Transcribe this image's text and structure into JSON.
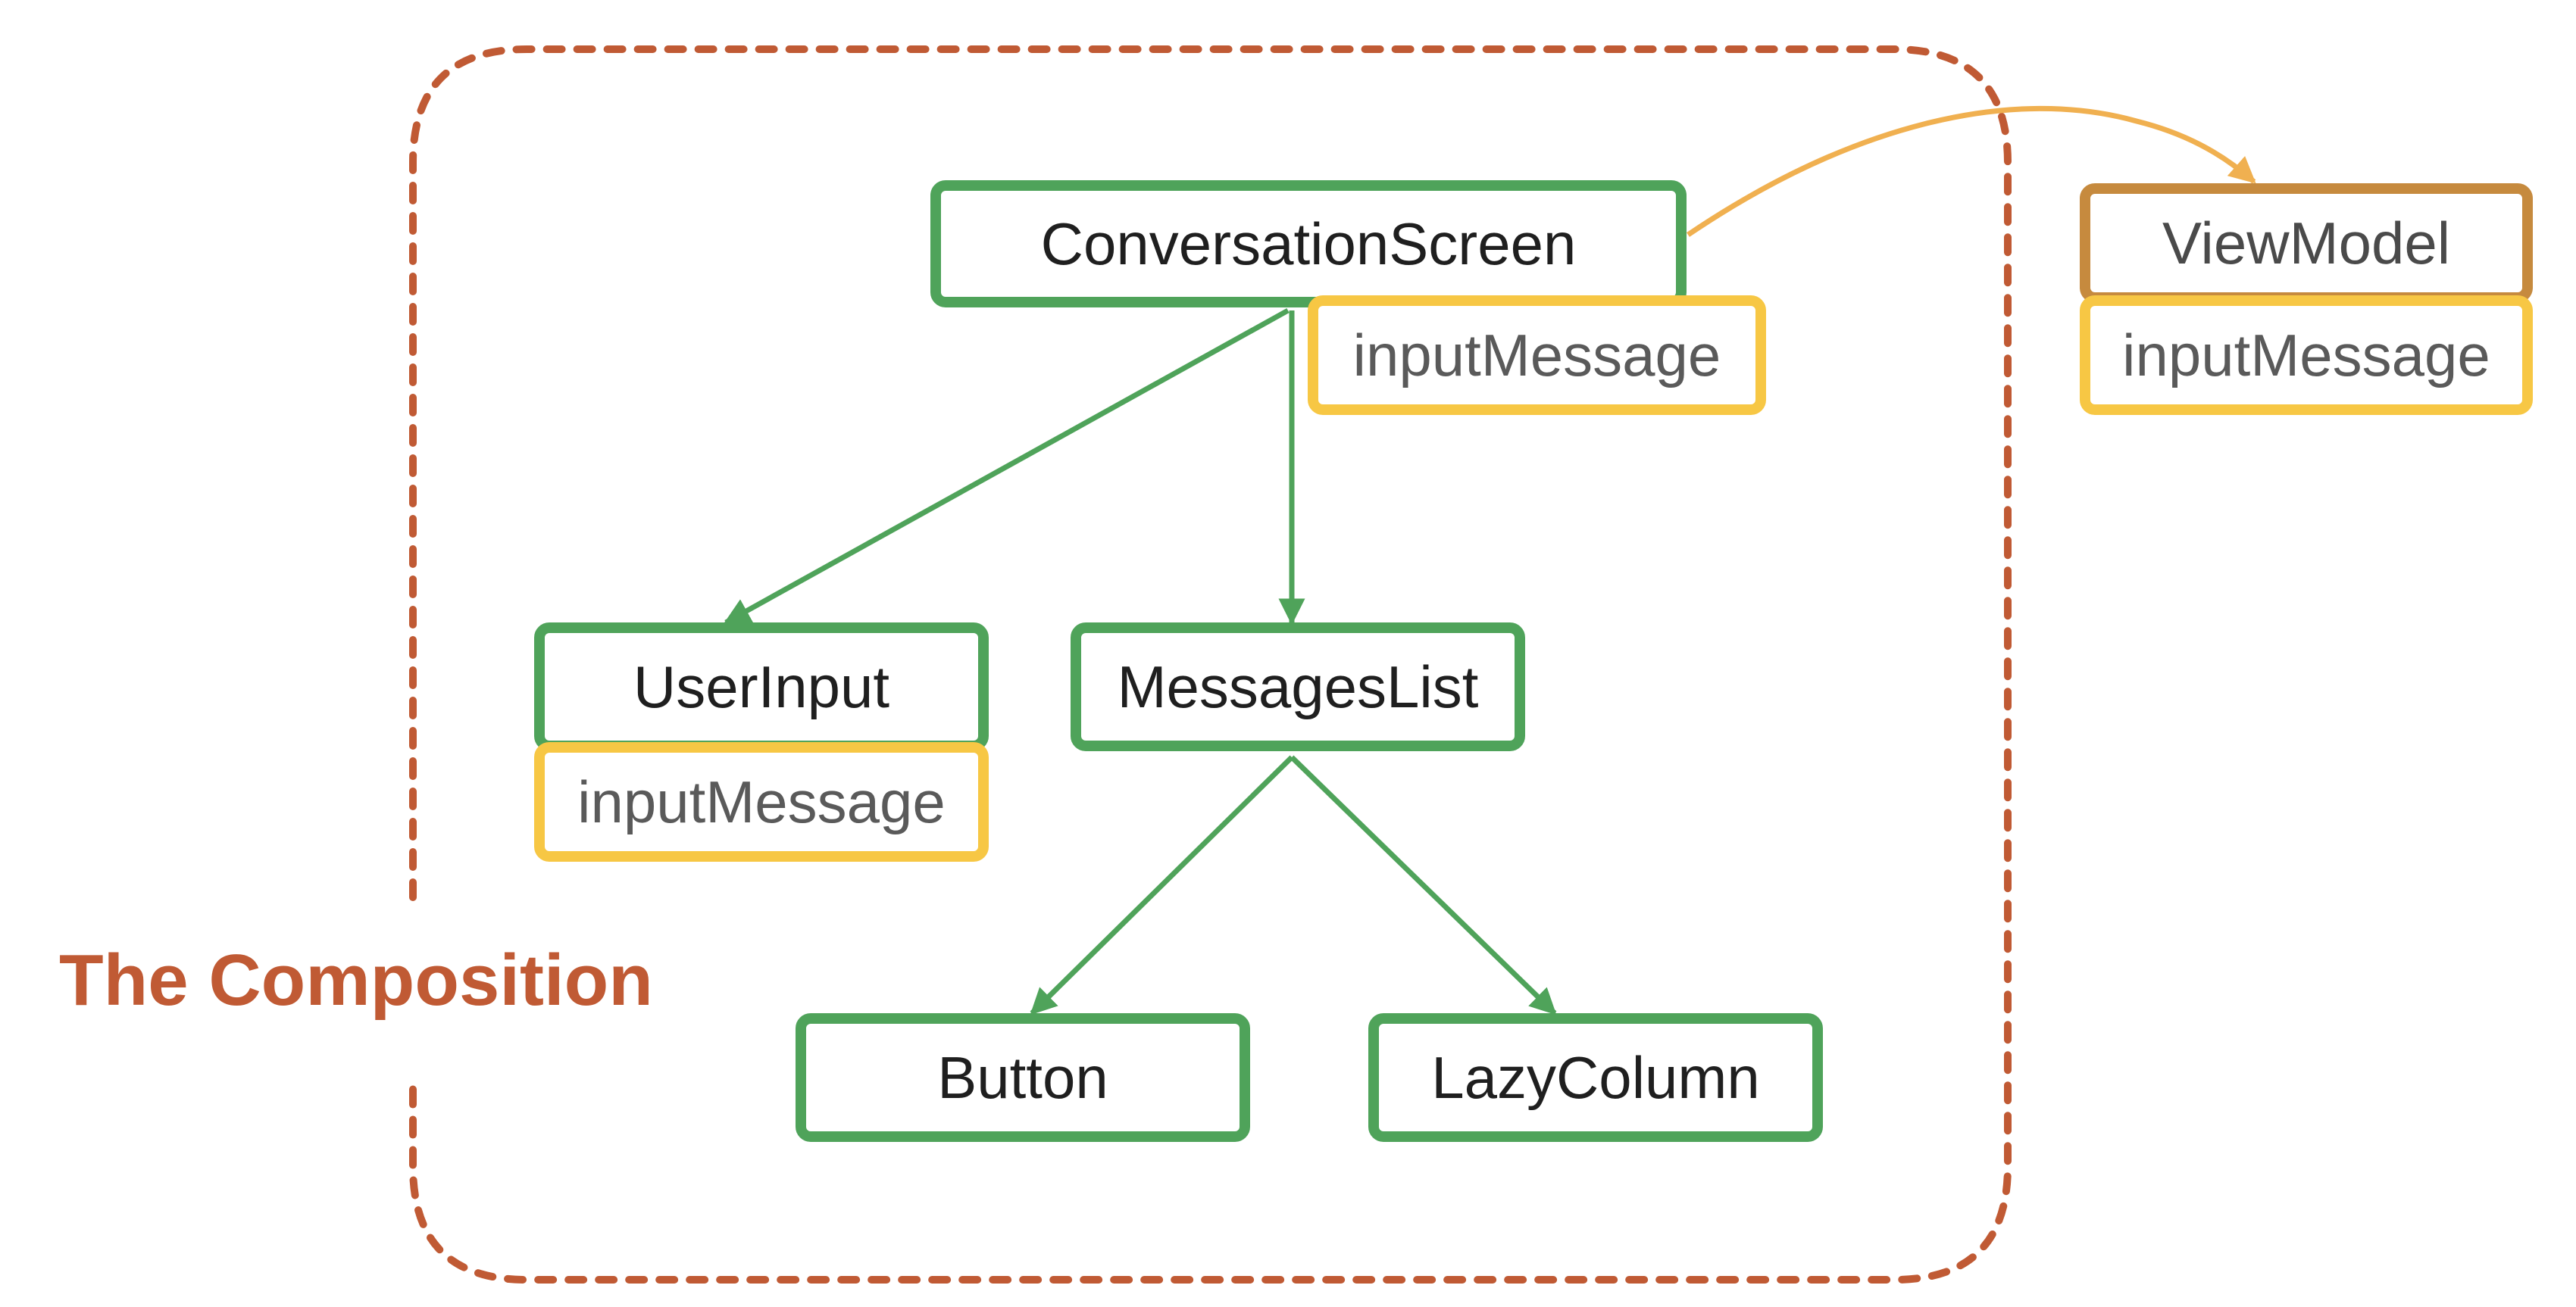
{
  "composition": {
    "label": "The Composition"
  },
  "nodes": {
    "conversation_screen": "ConversationScreen",
    "conversation_state": "inputMessage",
    "user_input": "UserInput",
    "user_input_state": "inputMessage",
    "messages_list": "MessagesList",
    "button": "Button",
    "lazy_column": "LazyColumn",
    "view_model": "ViewModel",
    "view_model_state": "inputMessage"
  },
  "colors": {
    "composable_border": "#4fa35a",
    "state_border": "#f7c744",
    "viewmodel_border": "#c68a3e",
    "composition_boundary": "#c05a34",
    "viewmodel_arrow": "#f0b050"
  }
}
